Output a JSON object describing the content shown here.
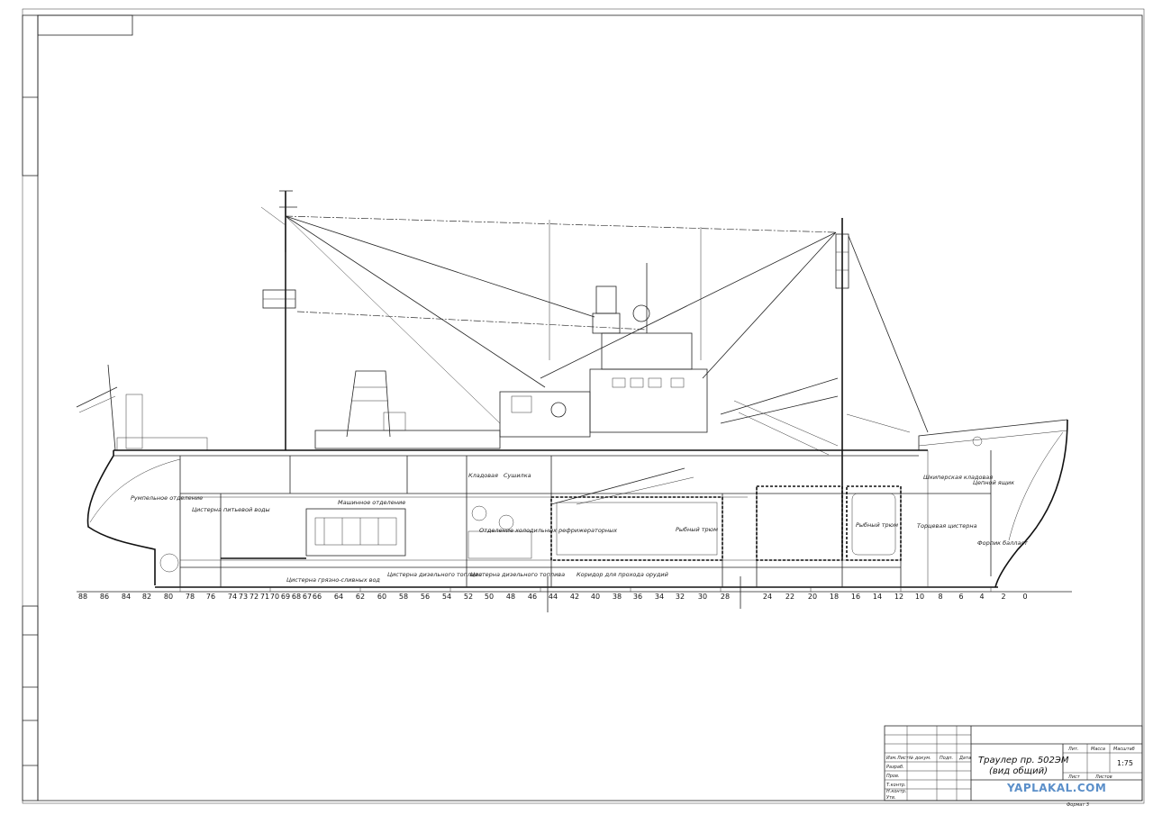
{
  "drawing": {
    "title_line1": "Траулер пр. 502ЭМ",
    "title_line2": "(вид общий)",
    "scale": "1:75",
    "scale_header": "Масштаб",
    "mass_header": "Масса",
    "lit_header": "Лит.",
    "sheet_label": "Лист",
    "sheets_label": "Листов",
    "format_label": "Формат 3",
    "stamp_rows": [
      "Изм.",
      "Лист",
      "№ докум.",
      "Подп.",
      "Дата",
      "Разраб.",
      "Пров.",
      "Т.контр.",
      "Н.контр.",
      "Утв."
    ]
  },
  "compartments": [
    {
      "id": "rudder",
      "text": "Румпельное отделение"
    },
    {
      "id": "wash_tank",
      "text": "Цистерна питьевой воды"
    },
    {
      "id": "engine_room",
      "text": "Машинное отделение"
    },
    {
      "id": "dirty_water_tank",
      "text": "Цистерна грязно-сливных вод"
    },
    {
      "id": "diesel_tank",
      "text": "Цистерна дизельного топлива"
    },
    {
      "id": "fuel_tank",
      "text": "Цистерна дизельного топлива"
    },
    {
      "id": "pantry",
      "text": "Кладовая"
    },
    {
      "id": "dryer",
      "text": "Сушилка"
    },
    {
      "id": "refrig_room",
      "text": "Отделение холодильных рефрижераторных"
    },
    {
      "id": "corridor",
      "text": "Коридор для прохода орудий"
    },
    {
      "id": "fish_hold_1",
      "text": "Рыбный трюм"
    },
    {
      "id": "fish_hold_2",
      "text": "Рыбный трюм"
    },
    {
      "id": "skipper_store",
      "text": "Шкиперская кладовая"
    },
    {
      "id": "chain_locker",
      "text": "Цепной ящик"
    },
    {
      "id": "trim_tank",
      "text": "Торцевая цистерна"
    },
    {
      "id": "fore_peak",
      "text": "Форпик балласт"
    }
  ],
  "frames": [
    "88",
    "86",
    "84",
    "82",
    "80",
    "78",
    "76",
    "74",
    "73",
    "72",
    "71",
    "70",
    "69",
    "68",
    "67",
    "66",
    "64",
    "62",
    "60",
    "58",
    "56",
    "54",
    "52",
    "50",
    "48",
    "46",
    "44",
    "42",
    "40",
    "38",
    "36",
    "34",
    "32",
    "30",
    "28",
    "24",
    "22",
    "20",
    "18",
    "16",
    "14",
    "12",
    "10",
    "8",
    "6",
    "4",
    "2",
    "0"
  ],
  "watermark": "YAPLAKAL.COM"
}
